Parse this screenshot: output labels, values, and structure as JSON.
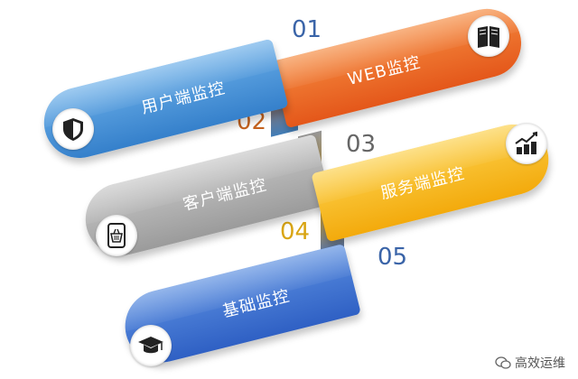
{
  "items": [
    {
      "num": "01",
      "label": "WEB监控",
      "icon": "book-icon",
      "color": "#ef6a22"
    },
    {
      "num": "02",
      "label": "用户端监控",
      "icon": "shield-icon",
      "color": "#3f8fd4"
    },
    {
      "num": "03",
      "label": "客户端监控",
      "icon": "basket-icon",
      "color": "#a9a9a9"
    },
    {
      "num": "04",
      "label": "服务端监控",
      "icon": "coins-chart-icon",
      "color": "#f7b819"
    },
    {
      "num": "05",
      "label": "基础监控",
      "icon": "graduation-cap-icon",
      "color": "#3b6fcf"
    }
  ],
  "number_colors": {
    "01": "#3a64a8",
    "02": "#c5631f",
    "03": "#666666",
    "04": "#d9a514",
    "05": "#3a64a8"
  },
  "watermark": "高效运维"
}
